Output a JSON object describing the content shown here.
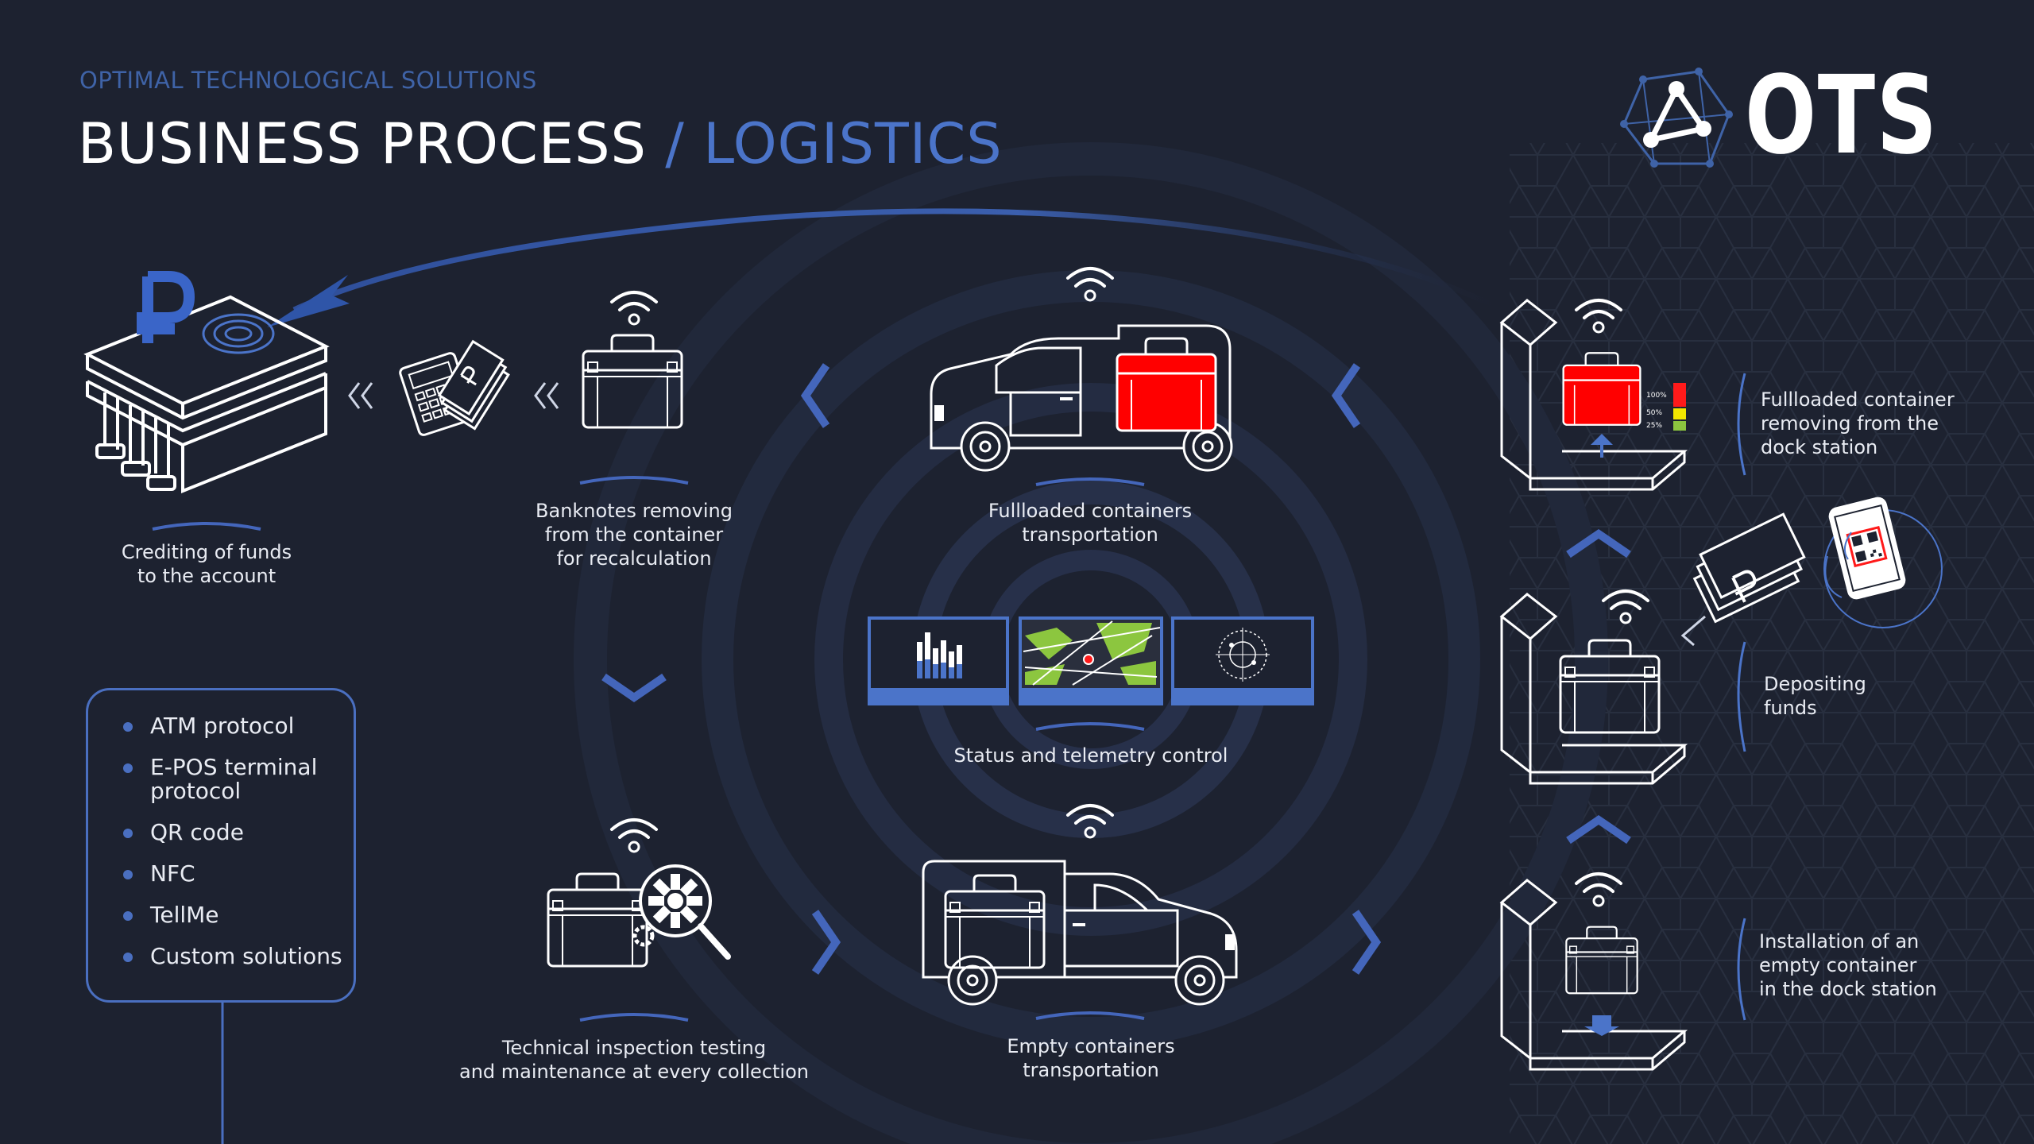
{
  "header": {
    "subtitle": "OPTIMAL TECHNOLOGICAL SOLUTIONS",
    "title_main": "BUSINESS PROCESS",
    "title_sep": " / ",
    "title_accent": "LOGISTICS"
  },
  "logo": {
    "text": "OTS"
  },
  "steps": {
    "crediting": "Crediting of funds\nto the account",
    "banknotes": "Banknotes removing\nfrom the container\nfor recalculation",
    "fullloaded_transport": "Fullloaded containers\ntransportation",
    "telemetry": "Status and telemetry control",
    "inspection": "Technical inspection testing\nand maintenance at every collection",
    "empty_transport": "Empty containers\ntransportation",
    "fullloaded_removing": "Fullloaded container\nremoving from the\ndock station",
    "depositing": "Depositing\nfunds",
    "installation": "Installation of an\nempty container\nin the dock station"
  },
  "gauge": {
    "labels": [
      "100%",
      "50%",
      "25%"
    ]
  },
  "protocols": [
    "ATM protocol",
    "E-POS terminal\nprotocol",
    "QR code",
    "NFC",
    "TellMe",
    "Custom solutions"
  ],
  "colors": {
    "background": "#1d2230",
    "accent": "#4b74c9",
    "container_full": "#ff0000",
    "gauge_red": "#ff1a1a",
    "gauge_yellow": "#f2e600",
    "gauge_green": "#8cc63f",
    "map_green": "#8cc63f"
  },
  "icons": [
    "ruble-icon",
    "bank-building-icon",
    "calculator-icon",
    "banknotes-icon",
    "container-icon",
    "wifi-icon",
    "car-icon",
    "truck-icon",
    "magnifier-gear-icon",
    "dock-station-icon",
    "smartphone-qr-icon",
    "bar-chart-icon",
    "map-icon",
    "radar-icon"
  ]
}
